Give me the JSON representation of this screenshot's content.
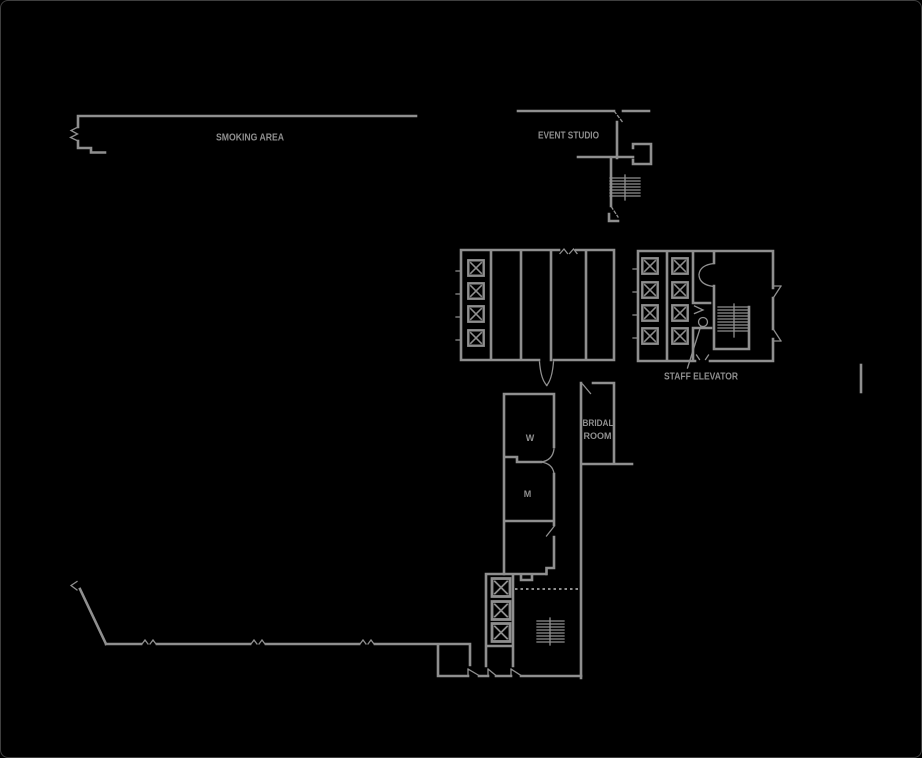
{
  "app": {
    "type": "architectural-floor-plan"
  },
  "palette": {
    "background": "#000000",
    "wall": "#8f8f8f",
    "label": "#8f8f8f",
    "frame_border": "#3f3f3f"
  },
  "floor_plan": {
    "rooms": [
      {
        "id": "smoking-area",
        "label": "SMOKING AREA"
      },
      {
        "id": "event-studio",
        "label": "EVENT STUDIO"
      },
      {
        "id": "staff-elevator",
        "label": "STAFF ELEVATOR"
      },
      {
        "id": "bridal-room",
        "label": "BRIDAL ROOM",
        "label_line1": "BRIDAL",
        "label_line2": "ROOM"
      },
      {
        "id": "womens-restroom",
        "label": "W"
      },
      {
        "id": "mens-restroom",
        "label": "M"
      }
    ],
    "features": {
      "main_elevator_shafts": 4,
      "staff_elevator_shafts": 8,
      "lower_elevator_shafts": 3,
      "stairways": 3
    }
  }
}
